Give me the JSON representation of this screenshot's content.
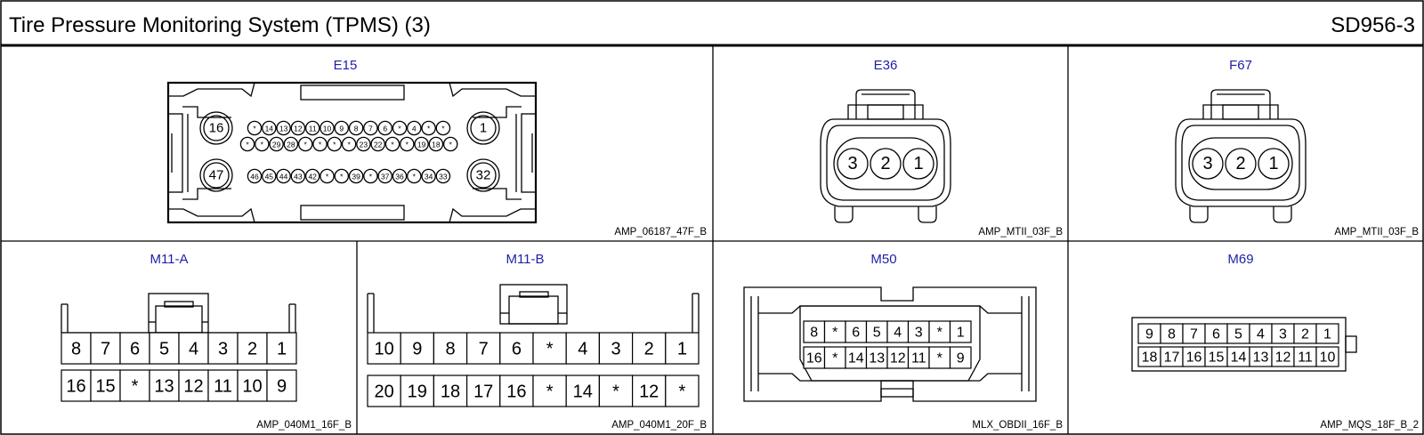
{
  "header": {
    "title": "Tire Pressure Monitoring System (TPMS) (3)",
    "code": "SD956-3"
  },
  "connectors": {
    "e15": {
      "name": "E15",
      "model": "AMP_06187_47F_B",
      "big": [
        "16",
        "1",
        "47",
        "32"
      ],
      "row1": [
        "*",
        "14",
        "13",
        "12",
        "11",
        "10",
        "9",
        "8",
        "7",
        "6",
        "*",
        "4",
        "*",
        "*"
      ],
      "row2": [
        "*",
        "*",
        "29",
        "28",
        "*",
        "*",
        "*",
        "*",
        "23",
        "22",
        "*",
        "*",
        "19",
        "18",
        "*"
      ],
      "row3": [
        "46",
        "45",
        "44",
        "43",
        "42",
        "*",
        "*",
        "39",
        "*",
        "37",
        "36",
        "*",
        "34",
        "33"
      ]
    },
    "e36": {
      "name": "E36",
      "model": "AMP_MTII_03F_B",
      "pins": [
        "3",
        "2",
        "1"
      ]
    },
    "f67": {
      "name": "F67",
      "model": "AMP_MTII_03F_B",
      "pins": [
        "3",
        "2",
        "1"
      ]
    },
    "m11a": {
      "name": "M11-A",
      "model": "AMP_040M1_16F_B",
      "top": [
        "8",
        "7",
        "6",
        "5",
        "4",
        "3",
        "2",
        "1"
      ],
      "bottom": [
        "16",
        "15",
        "*",
        "13",
        "12",
        "11",
        "10",
        "9"
      ]
    },
    "m11b": {
      "name": "M11-B",
      "model": "AMP_040M1_20F_B",
      "top": [
        "10",
        "9",
        "8",
        "7",
        "6",
        "*",
        "4",
        "3",
        "2",
        "1"
      ],
      "bottom": [
        "20",
        "19",
        "18",
        "17",
        "16",
        "*",
        "14",
        "*",
        "12",
        "*"
      ]
    },
    "m50": {
      "name": "M50",
      "model": "MLX_OBDII_16F_B",
      "top": [
        "8",
        "*",
        "6",
        "5",
        "4",
        "3",
        "*",
        "1"
      ],
      "bottom": [
        "16",
        "*",
        "14",
        "13",
        "12",
        "11",
        "*",
        "9"
      ]
    },
    "m69": {
      "name": "M69",
      "model": "AMP_MQS_18F_B_2",
      "top": [
        "9",
        "8",
        "7",
        "6",
        "5",
        "4",
        "3",
        "2",
        "1"
      ],
      "bottom": [
        "18",
        "17",
        "16",
        "15",
        "14",
        "13",
        "12",
        "11",
        "10"
      ]
    }
  }
}
